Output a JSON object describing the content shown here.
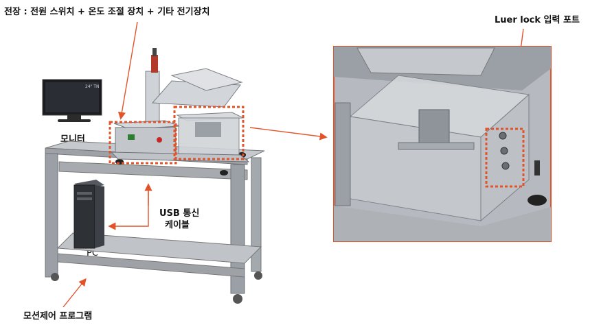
{
  "labels": {
    "electrical": "전장 : 전원 스위치 + 온도 조절 장치 + 기타 전기장치",
    "monitor": "모니터",
    "monitor_screen": "24\" TN",
    "usb": "USB 통신",
    "cable": "케이블",
    "pc": "PC",
    "motion": "모션제어 프로그램",
    "luer": "Luer lock 입력 포트"
  },
  "colors": {
    "callout": "#e2532a",
    "frame": "#8a8f96",
    "plate": "#b9bcc0",
    "glass": "#c9ced3"
  }
}
